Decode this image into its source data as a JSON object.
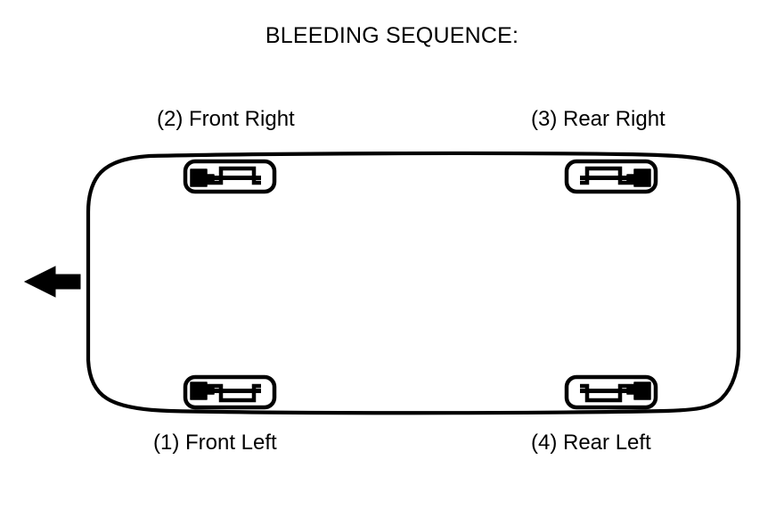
{
  "diagram": {
    "title": "BLEEDING SEQUENCE:",
    "type": "vehicle-brake-bleeding-sequence",
    "colors": {
      "ink": "#000000",
      "background": "#ffffff"
    },
    "vehicle": {
      "name": "car-body-outline",
      "orientation": "top-down plan view",
      "direction_arrow": {
        "name": "direction-arrow",
        "points": "left",
        "meaning": "vehicle front direction"
      }
    },
    "wheels": [
      {
        "step": "(1)",
        "label": "(1) Front Left",
        "position": "bottom-left",
        "icon": "brake-caliper-icon"
      },
      {
        "step": "(2)",
        "label": "(2) Front Right",
        "position": "top-left",
        "icon": "brake-caliper-icon"
      },
      {
        "step": "(3)",
        "label": "(3) Rear Right",
        "position": "top-right",
        "icon": "brake-caliper-icon"
      },
      {
        "step": "(4)",
        "label": "(4) Rear Left",
        "position": "bottom-right",
        "icon": "brake-caliper-icon"
      }
    ]
  }
}
